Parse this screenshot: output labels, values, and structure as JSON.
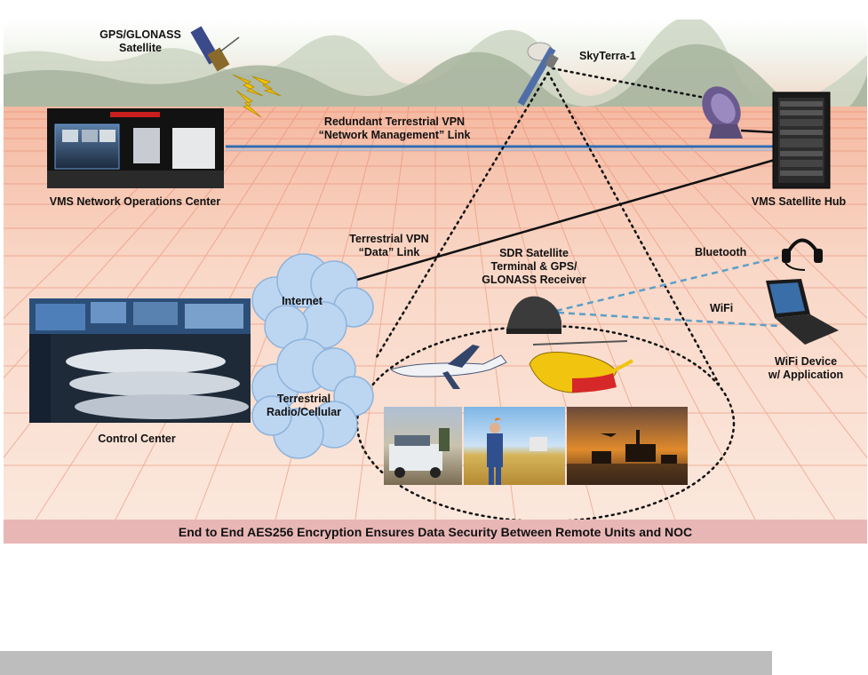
{
  "labels": {
    "gps_satellite": [
      "GPS/GLONASS",
      "Satellite"
    ],
    "skyterra": "SkyTerra-1",
    "redundant_link": [
      "Redundant Terrestrial VPN",
      "“Network Management” Link"
    ],
    "noc": "VMS Network Operations Center",
    "satellite_hub": "VMS Satellite Hub",
    "data_link": [
      "Terrestrial VPN",
      "“Data” Link"
    ],
    "sdr_terminal": [
      "SDR Satellite",
      "Terminal & GPS/",
      "GLONASS Receiver"
    ],
    "bluetooth": "Bluetooth",
    "wifi": "WiFi",
    "wifi_device": [
      "WiFi Device",
      "w/ Application"
    ],
    "internet": "Internet",
    "radio_cellular": [
      "Terrestrial",
      "Radio/Cellular"
    ],
    "control_center": "Control Center"
  },
  "footer": "End to End AES256 Encryption Ensures Data Security Between Remote Units and NOC",
  "colors": {
    "sky_top": "#ffffff",
    "ground": "#f6cdb8",
    "grid": "#e8866a",
    "vpn_link": "#2e6db4",
    "wireless_link": "#5a9fc9",
    "footer_bar": "#e9b6b6",
    "bottom_bar": "#bdbdbd"
  }
}
